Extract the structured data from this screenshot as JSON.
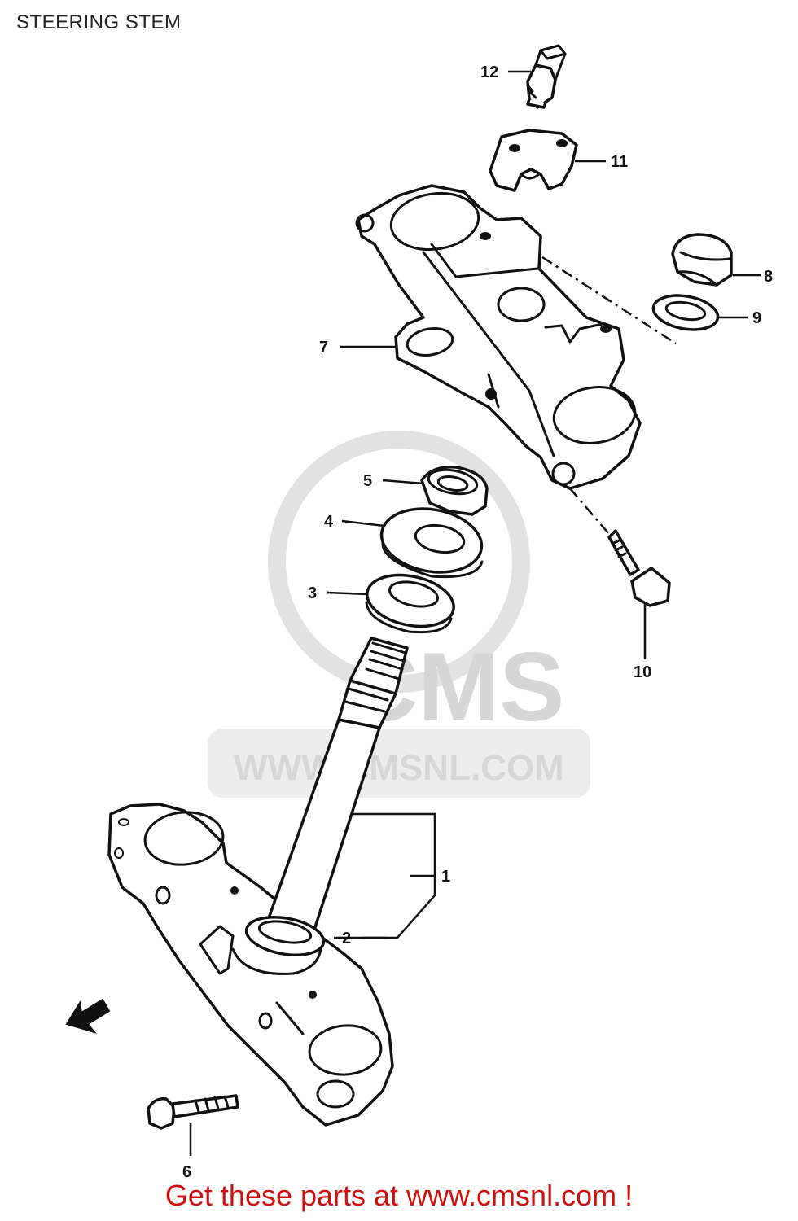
{
  "title": "STEERING STEM",
  "footer": "Get these parts at www.cmsnl.com !",
  "watermark": {
    "brand": "CMS",
    "url": "WWW.CMSNL.COM"
  },
  "callouts": [
    {
      "id": "1",
      "label": "1"
    },
    {
      "id": "2",
      "label": "2"
    },
    {
      "id": "3",
      "label": "3"
    },
    {
      "id": "4",
      "label": "4"
    },
    {
      "id": "5",
      "label": "5"
    },
    {
      "id": "6",
      "label": "6"
    },
    {
      "id": "7",
      "label": "7"
    },
    {
      "id": "8",
      "label": "8"
    },
    {
      "id": "9",
      "label": "9"
    },
    {
      "id": "10",
      "label": "10"
    },
    {
      "id": "11",
      "label": "11"
    },
    {
      "id": "12",
      "label": "12"
    }
  ],
  "colors": {
    "line": "#111111",
    "footer": "#cc1111",
    "watermark": "#d6d6d6"
  }
}
